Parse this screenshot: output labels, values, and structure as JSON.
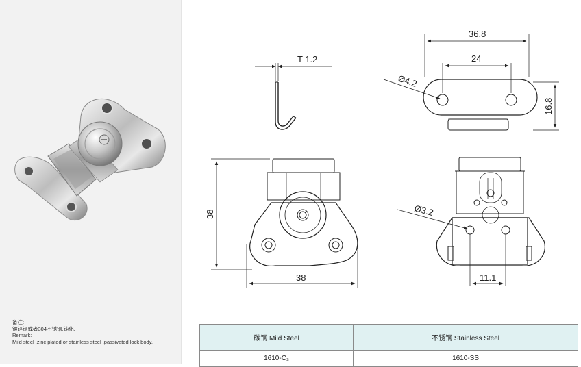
{
  "remark": {
    "line_cn_title": "备注:",
    "line_cn_text": "镀锌钢或者304不锈钢,钝化.",
    "line_en_title": "Remark:",
    "line_en_text": "Mild steel ,zinc plated or stainless steel ,passivated lock body."
  },
  "dimensions": {
    "thickness": "T 1.2",
    "overall_width": "36.8",
    "hole_spacing": "24",
    "hole_diameter": "Ø4.2",
    "base_height": "16.8",
    "body_height": "38",
    "body_width": "38",
    "pin_diameter": "Ø3.2",
    "pin_spacing": "11.1"
  },
  "table": {
    "headers": [
      "碳钢 Mild Steel",
      "不锈钢 Stainless Steel"
    ],
    "rows": [
      [
        "1610-C₃",
        "1610-SS"
      ]
    ]
  },
  "colors": {
    "left_panel_bg": "#f2f2f2",
    "table_header_bg": "#e0f1f2",
    "line_color": "#222222"
  }
}
